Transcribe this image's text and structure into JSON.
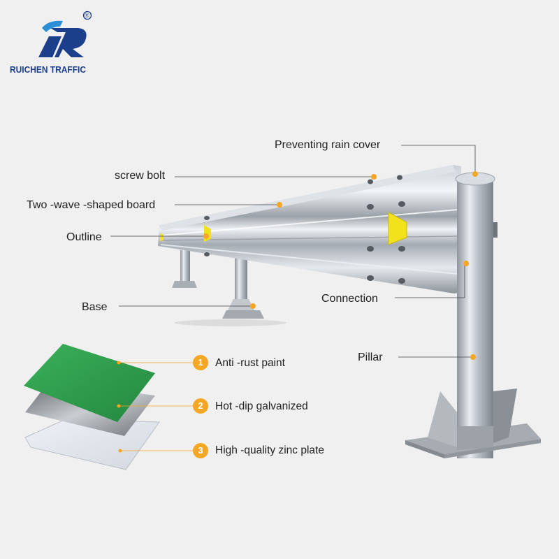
{
  "brand": {
    "name": "RUICHEN TRAFFIC",
    "registered": "®"
  },
  "labels": {
    "rain_cover": "Preventing rain cover",
    "screw_bolt": "screw bolt",
    "board": "Two -wave -shaped board",
    "outline": "Outline",
    "base": "Base",
    "connection": "Connection",
    "pillar": "Pillar"
  },
  "layers": [
    {
      "number": "1",
      "label": "Anti -rust paint",
      "color": "#2f9e4a"
    },
    {
      "number": "2",
      "label": "Hot -dip galvanized",
      "color": "#8a8d90"
    },
    {
      "number": "3",
      "label": "High -quality zinc plate",
      "color": "#dde2ea"
    }
  ],
  "colors": {
    "accent": "#f5a623",
    "brand": "#1c3f8c",
    "reflector": "#f2e21a"
  },
  "icons": {
    "logo": "ruichen-logo-icon"
  }
}
